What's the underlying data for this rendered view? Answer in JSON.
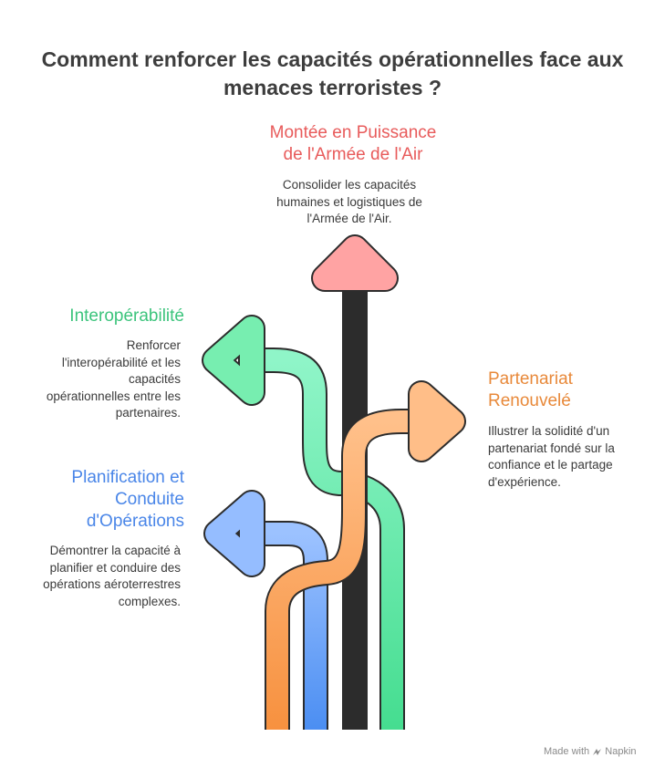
{
  "title": {
    "line1": "Comment renforcer les capacités opérationnelles face aux",
    "line2": "menaces terroristes ?"
  },
  "items": [
    {
      "id": "air",
      "title_lines": [
        "Montée en Puissance",
        "de l'Armée de l'Air"
      ],
      "desc_lines": [
        "Consolider les capacités",
        "humaines et logistiques de",
        "l'Armée de l'Air."
      ],
      "color": "#e85b5b"
    },
    {
      "id": "interop",
      "title_lines": [
        "Interopérabilité"
      ],
      "desc_lines": [
        "Renforcer",
        "l'interopérabilité et les",
        "capacités",
        "opérationnelles entre les",
        "partenaires."
      ],
      "color": "#3cc47c"
    },
    {
      "id": "partner",
      "title_lines": [
        "Partenariat",
        "Renouvelé"
      ],
      "desc_lines": [
        "Illustrer la solidité d'un",
        "partenariat fondé sur la",
        "confiance et le partage",
        "d'expérience."
      ],
      "color": "#e8893a"
    },
    {
      "id": "planning",
      "title_lines": [
        "Planification et",
        "Conduite",
        "d'Opérations"
      ],
      "desc_lines": [
        "Démontrer la capacité à",
        "planifier et conduire des",
        "opérations aéroterrestres",
        "complexes."
      ],
      "color": "#4a86e8"
    }
  ],
  "credit": {
    "prefix": "Made with",
    "brand": "Napkin",
    "icon": "napkin-logo-icon"
  }
}
